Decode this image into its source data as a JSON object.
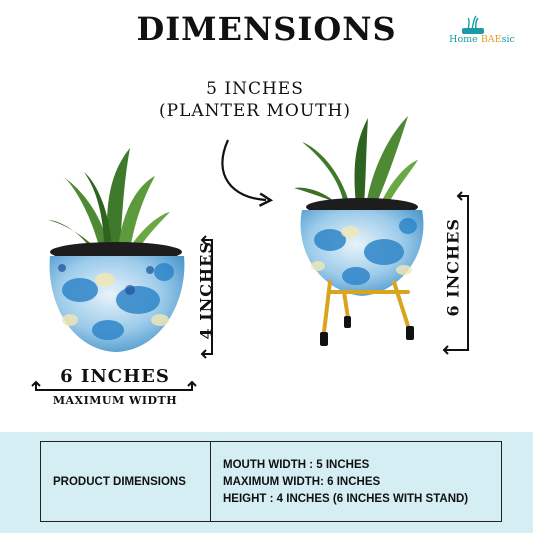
{
  "title": "DIMENSIONS",
  "brand": {
    "part1": "Home ",
    "part2": "BAE",
    "part3": "sic"
  },
  "mouth_label": {
    "line1": "5 INCHES",
    "line2": "(PLANTER MOUTH)"
  },
  "left_pot": {
    "height_label": "4 INCHES",
    "width_label": "6 INCHES",
    "width_caption": "MAXIMUM WIDTH"
  },
  "right_pot": {
    "height_label": "6 INCHES"
  },
  "table": {
    "header": "PRODUCT DIMENSIONS",
    "lines": [
      "MOUTH WIDTH : 5 INCHES",
      "MAXIMUM WIDTH: 6 INCHES",
      "HEIGHT : 4 INCHES  (6 INCHES WITH STAND)"
    ]
  },
  "colors": {
    "band": "#d4eef3",
    "pot_blue": "#4aa6d8",
    "pot_light": "#cfe6f3",
    "leaf_green": "#3f7a2c",
    "stand_gold": "#d9a521",
    "brand_teal": "#1b9aa8",
    "brand_gold": "#e6a21f"
  }
}
